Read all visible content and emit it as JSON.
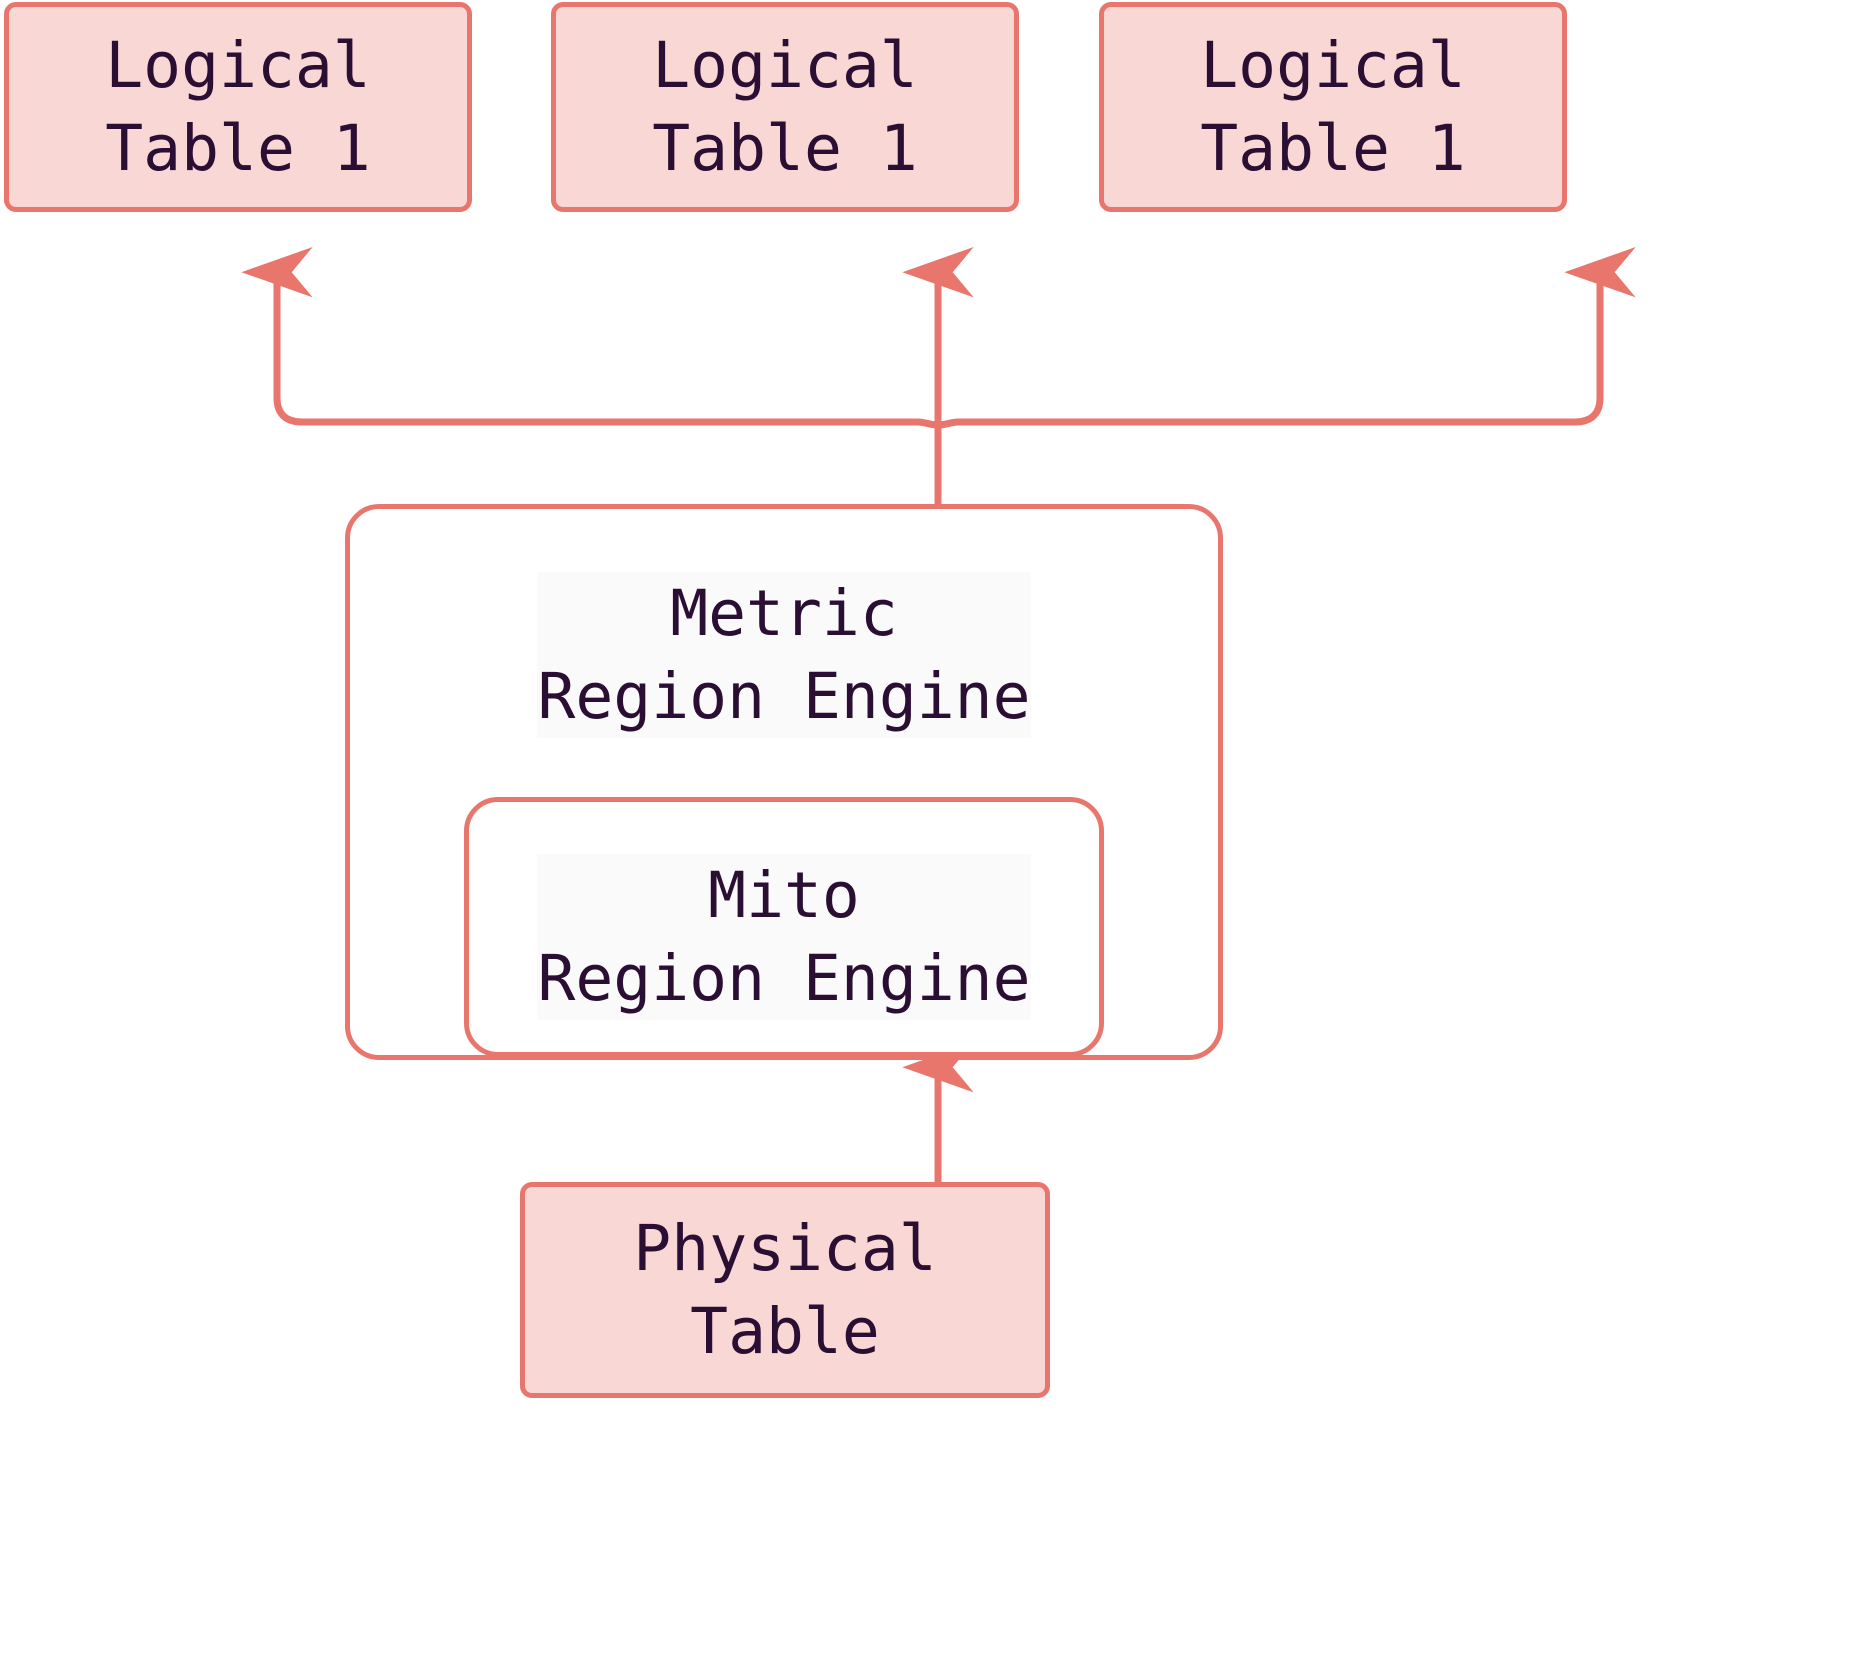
{
  "diagram": {
    "type": "architecture-flow",
    "background_color": "#ffffff",
    "accent_color": "#e8766d",
    "node_fill_color": "#f8d7d5",
    "text_color": "#2b0e33",
    "label_bg_color": "#fafafa",
    "nodes": {
      "logical_table_1": {
        "label": "Logical\nTable 1"
      },
      "logical_table_2": {
        "label": "Logical\nTable 1"
      },
      "logical_table_3": {
        "label": "Logical\nTable 1"
      },
      "metric_region_engine": {
        "label": "Metric\nRegion Engine"
      },
      "mito_region_engine": {
        "label": "Mito\nRegion Engine"
      },
      "physical_table": {
        "label": "Physical\nTable"
      }
    },
    "edges": [
      {
        "from": "metric_region_engine",
        "to": "logical_table_1",
        "arrow": "up"
      },
      {
        "from": "metric_region_engine",
        "to": "logical_table_2",
        "arrow": "up"
      },
      {
        "from": "metric_region_engine",
        "to": "logical_table_3",
        "arrow": "up"
      },
      {
        "from": "physical_table",
        "to": "mito_region_engine",
        "arrow": "up"
      }
    ]
  }
}
